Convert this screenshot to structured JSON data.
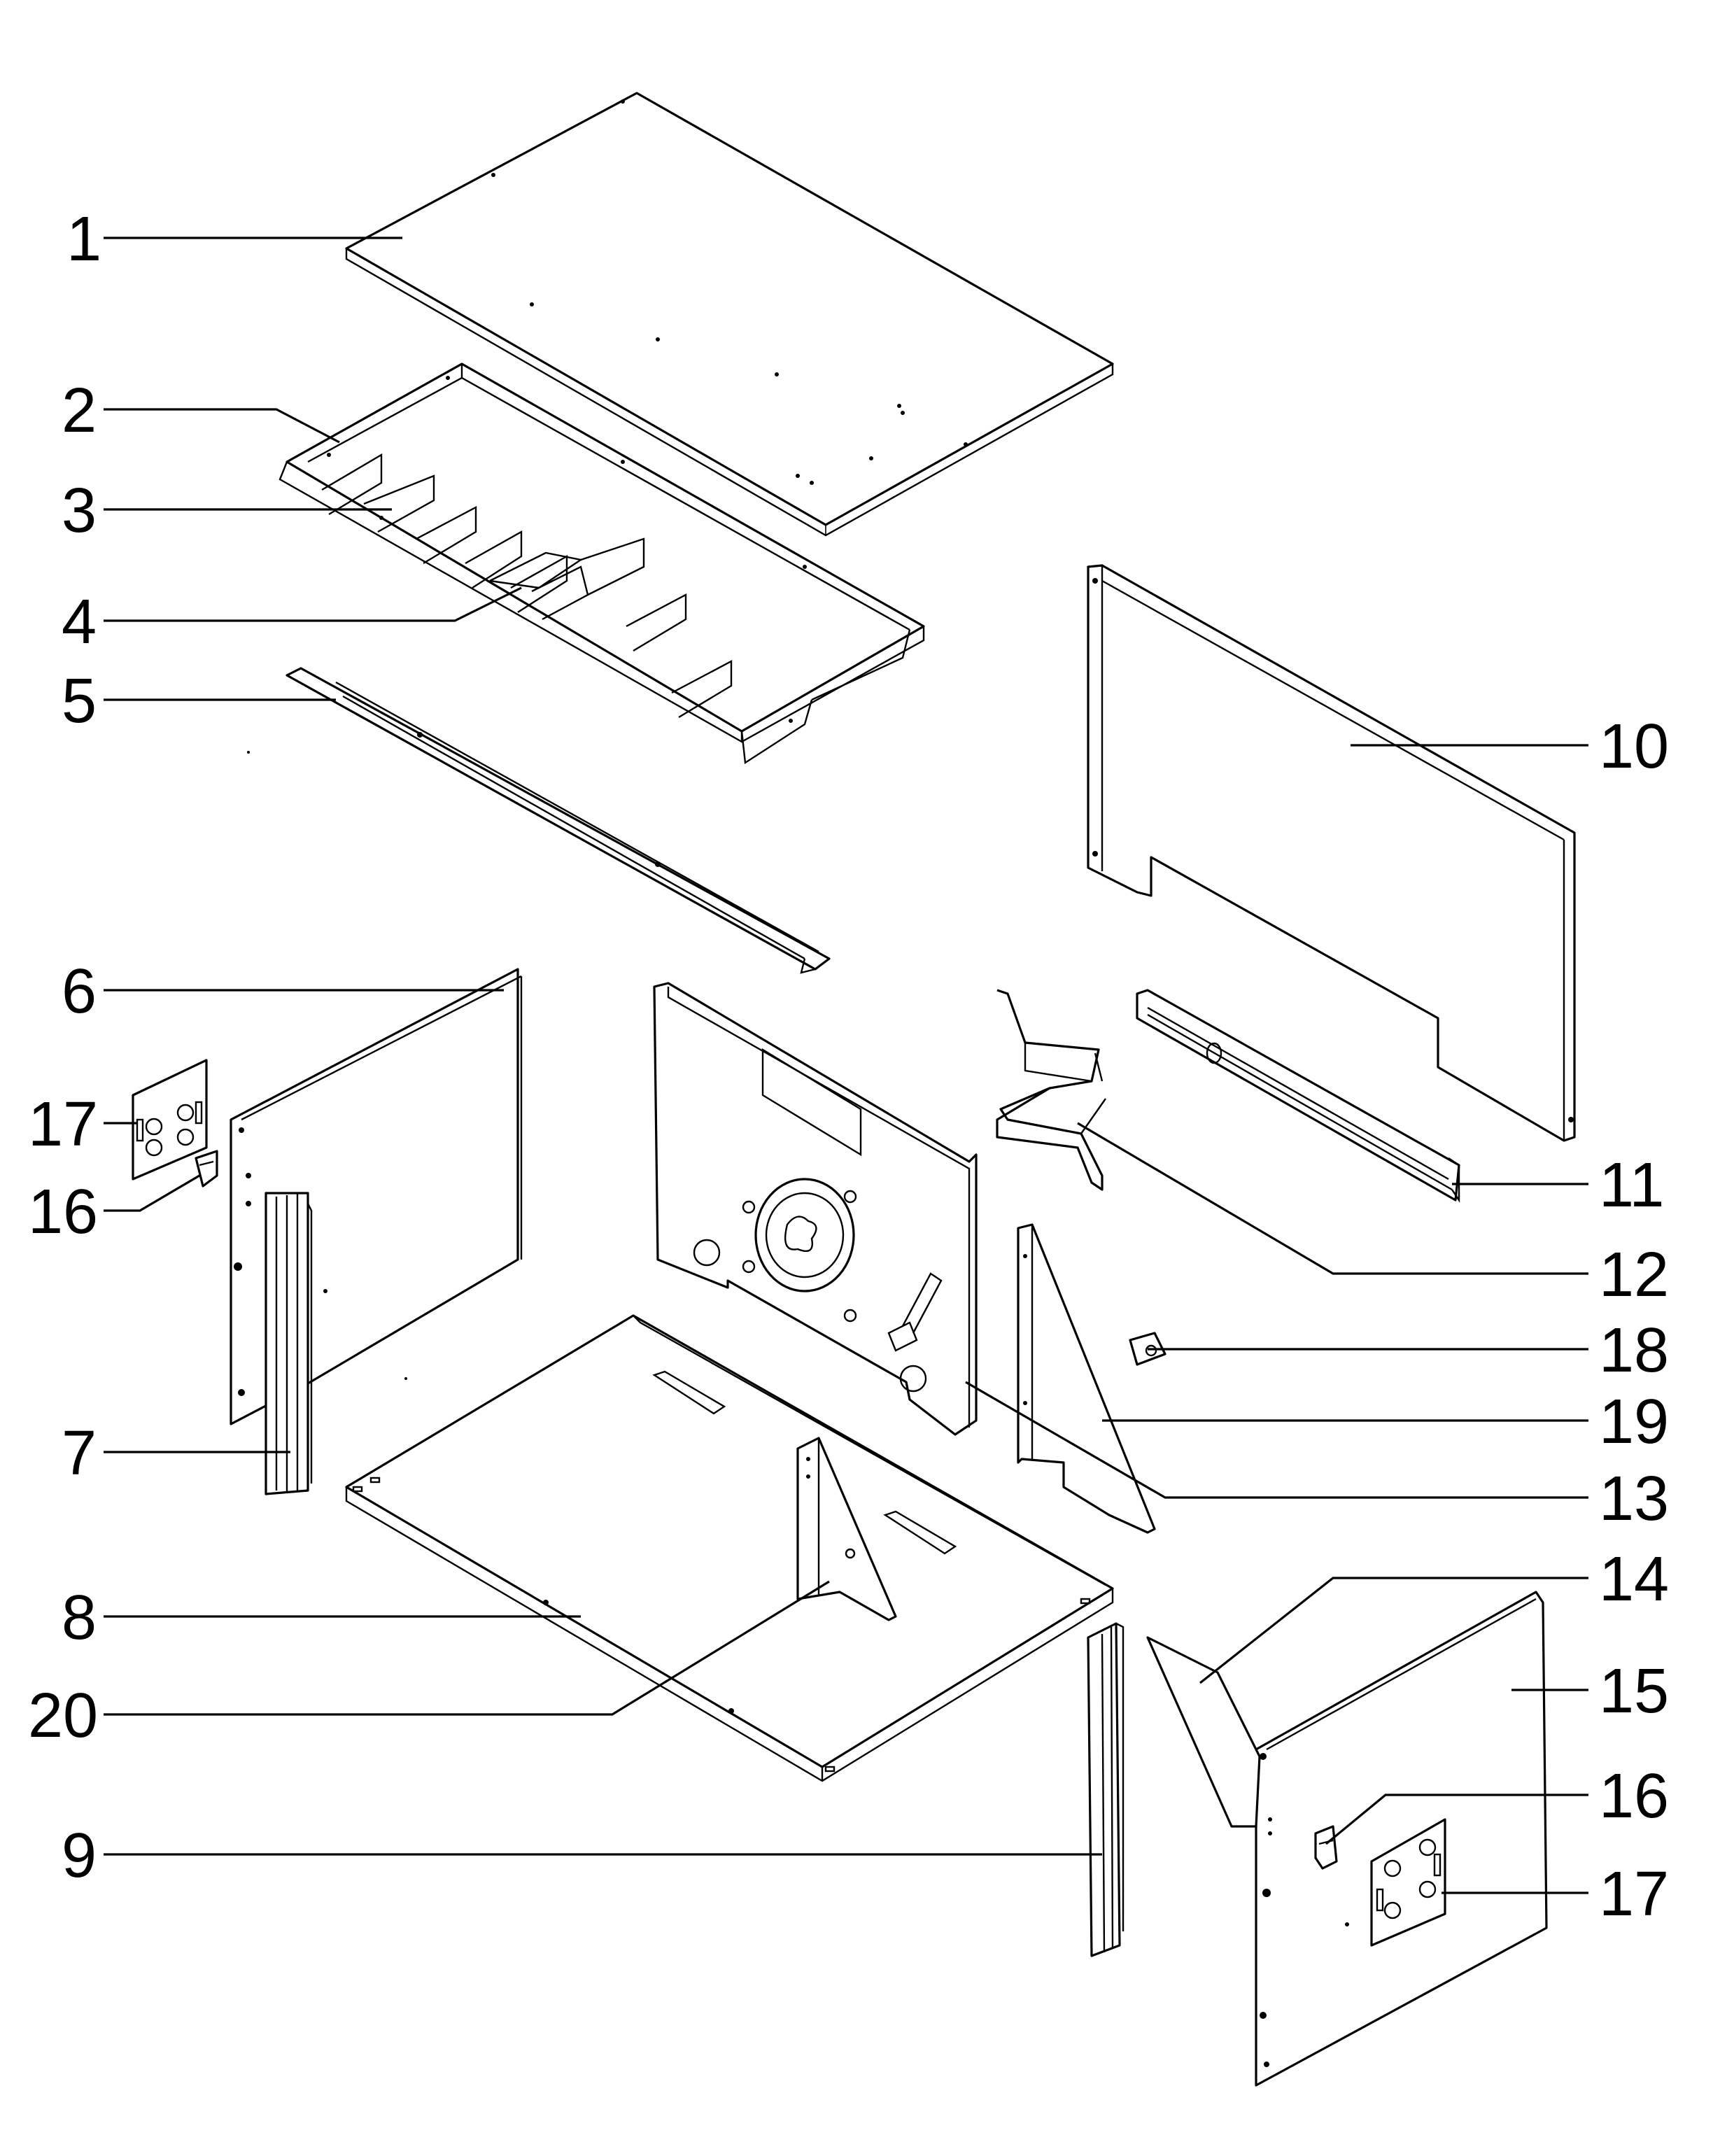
{
  "callouts": [
    {
      "id": "c1",
      "label": "1"
    },
    {
      "id": "c2",
      "label": "2"
    },
    {
      "id": "c3",
      "label": "3"
    },
    {
      "id": "c4",
      "label": "4"
    },
    {
      "id": "c5",
      "label": "5"
    },
    {
      "id": "c6",
      "label": "6"
    },
    {
      "id": "c17a",
      "label": "17"
    },
    {
      "id": "c16a",
      "label": "16"
    },
    {
      "id": "c7",
      "label": "7"
    },
    {
      "id": "c8",
      "label": "8"
    },
    {
      "id": "c20",
      "label": "20"
    },
    {
      "id": "c9",
      "label": "9"
    },
    {
      "id": "c10",
      "label": "10"
    },
    {
      "id": "c11",
      "label": "11"
    },
    {
      "id": "c12",
      "label": "12"
    },
    {
      "id": "c18",
      "label": "18"
    },
    {
      "id": "c19",
      "label": "19"
    },
    {
      "id": "c13",
      "label": "13"
    },
    {
      "id": "c14",
      "label": "14"
    },
    {
      "id": "c15",
      "label": "15"
    },
    {
      "id": "c16b",
      "label": "16"
    },
    {
      "id": "c17b",
      "label": "17"
    }
  ]
}
